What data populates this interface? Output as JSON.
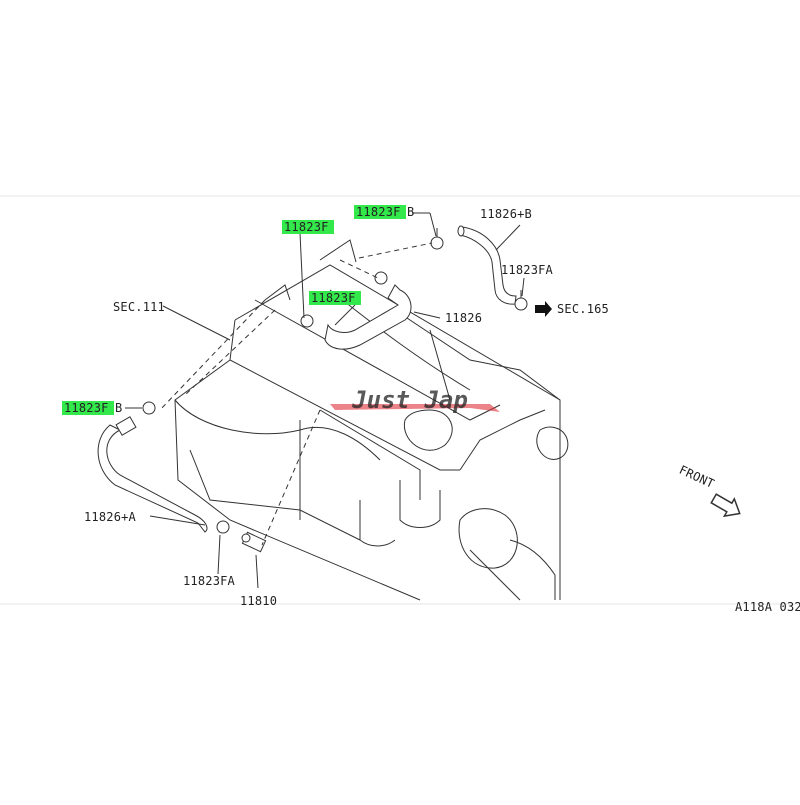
{
  "labels": {
    "top_left_part": "11823F",
    "top_mid_part": "11823F",
    "center_part": "11823F",
    "left_part": "11823F",
    "suffix_b_top": "B",
    "suffix_b_left": "B",
    "hose_b": "11826+B",
    "clamp_fa_top": "11823FA",
    "sec_165": "SEC.165",
    "sec_111": "SEC.111",
    "main_hose": "11826",
    "hose_a": "11826+A",
    "clamp_fa_bottom": "11823FA",
    "valve": "11810",
    "front": "FRONT",
    "code": "A118A 032",
    "watermark": "Just Jap"
  },
  "highlight_color": "#33e84a",
  "watermark_color": "#e0303a"
}
